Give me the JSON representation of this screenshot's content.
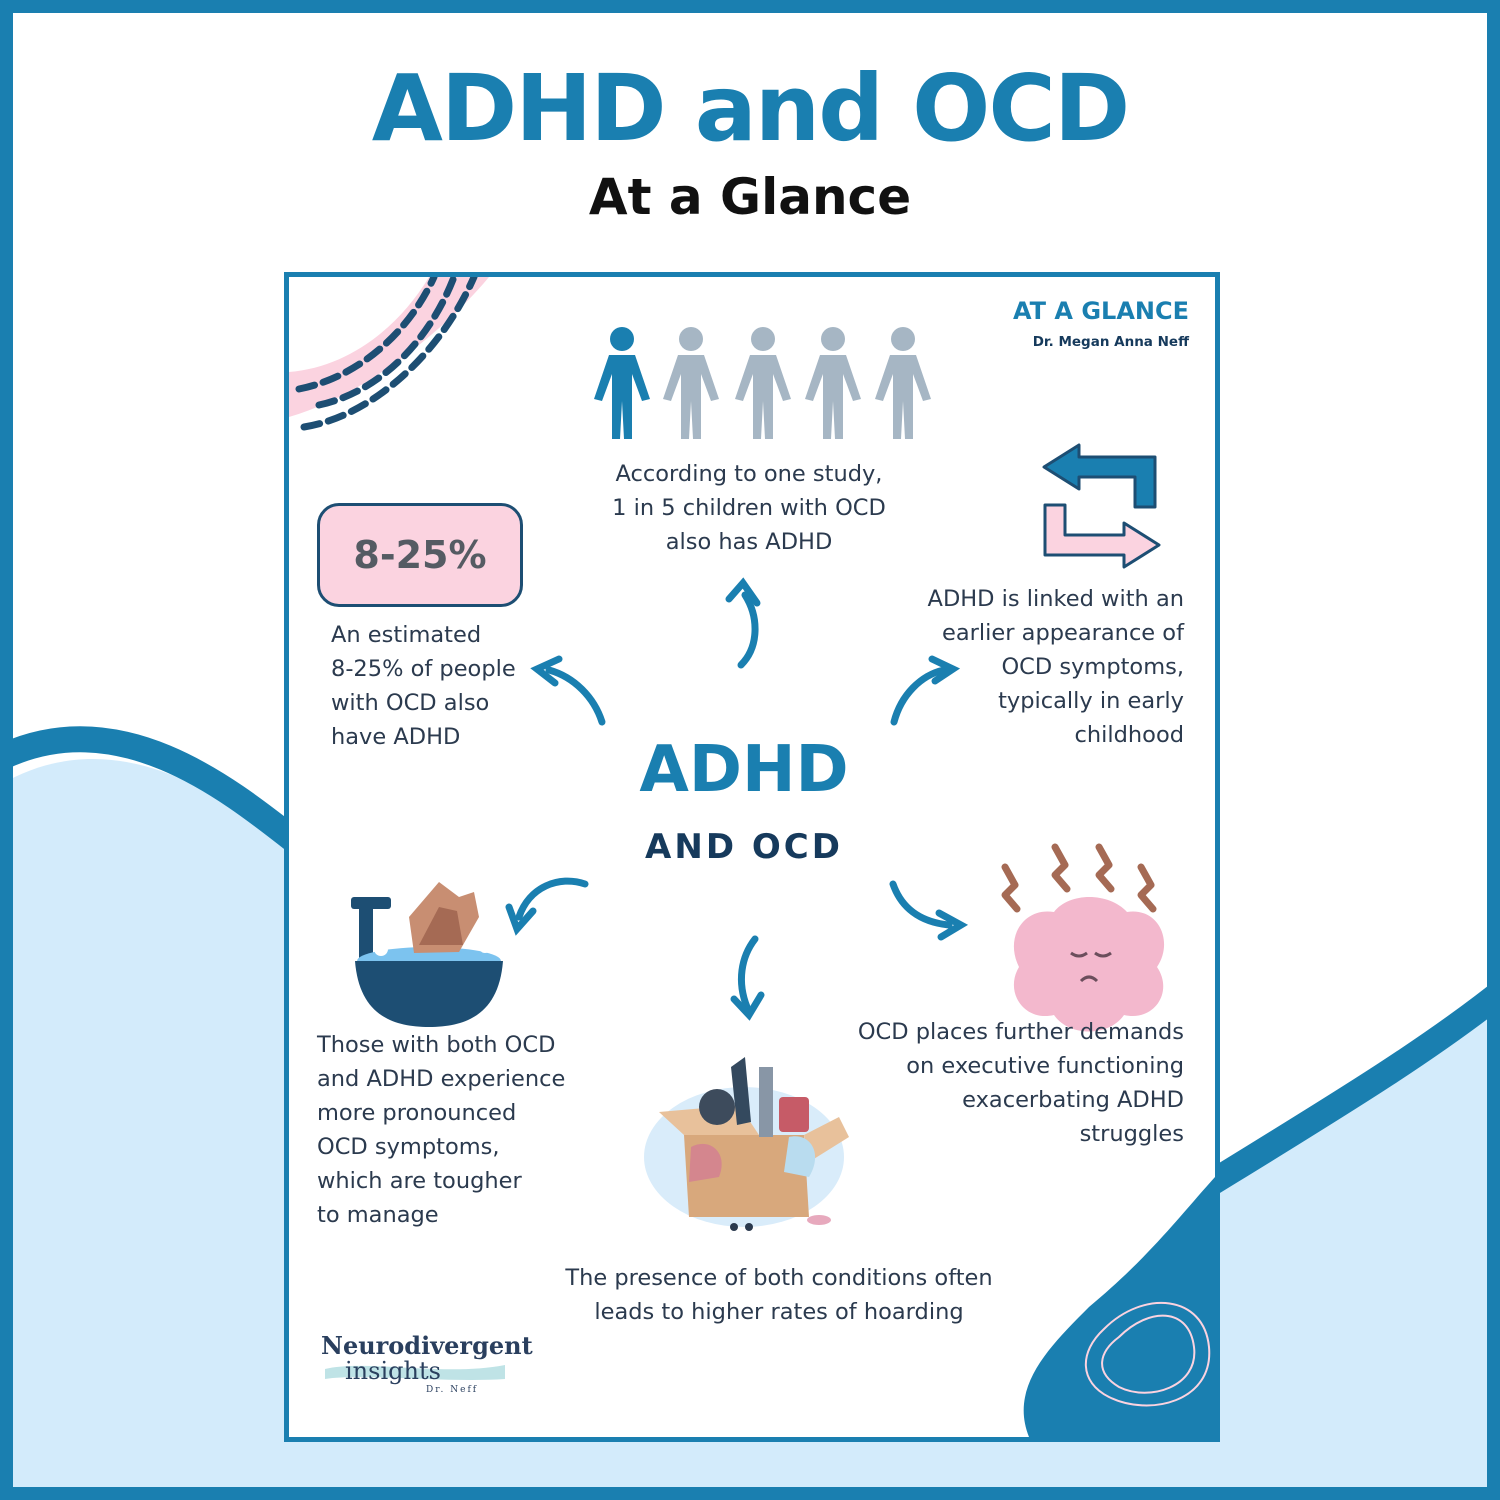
{
  "header": {
    "title": "ADHD and OCD",
    "subtitle": "At a Glance"
  },
  "card": {
    "corner_label": "AT A GLANCE",
    "corner_author": "Dr. Megan Anna Neff",
    "center_title": "ADHD",
    "center_subtitle": "AND OCD",
    "stat_value": "8-25%",
    "facts": {
      "study": [
        "According to one study,",
        "1 in 5 children with OCD",
        "also has ADHD"
      ],
      "estimate": [
        "An estimated",
        "8-25% of people",
        "with OCD also",
        "have ADHD"
      ],
      "onset": [
        "ADHD is linked with an",
        "earlier appearance of",
        "OCD symptoms,",
        "typically in early",
        "childhood"
      ],
      "symptoms": [
        "Those with both OCD",
        "and ADHD experience",
        "more pronounced",
        "OCD symptoms,",
        "which are tougher",
        "to manage"
      ],
      "executive": [
        "OCD places further demands",
        "on executive functioning",
        "exacerbating ADHD",
        "struggles"
      ],
      "hoarding": [
        "The presence of both conditions often",
        "leads to higher rates of hoarding"
      ]
    },
    "logo": {
      "brand": "Neurodivergent",
      "sub": "insights",
      "author": "Dr. Neff"
    }
  },
  "colors": {
    "primary_blue": "#1a7fb0",
    "navy": "#163a5c",
    "pink": "#fbd3e0",
    "light_blue": "#d3ebfb",
    "gray_figure": "#a6b6c4"
  },
  "icons": [
    "people-icon",
    "swap-arrows-icon",
    "hand-washing-icon",
    "cluttered-box-icon",
    "stressed-brain-icon"
  ]
}
